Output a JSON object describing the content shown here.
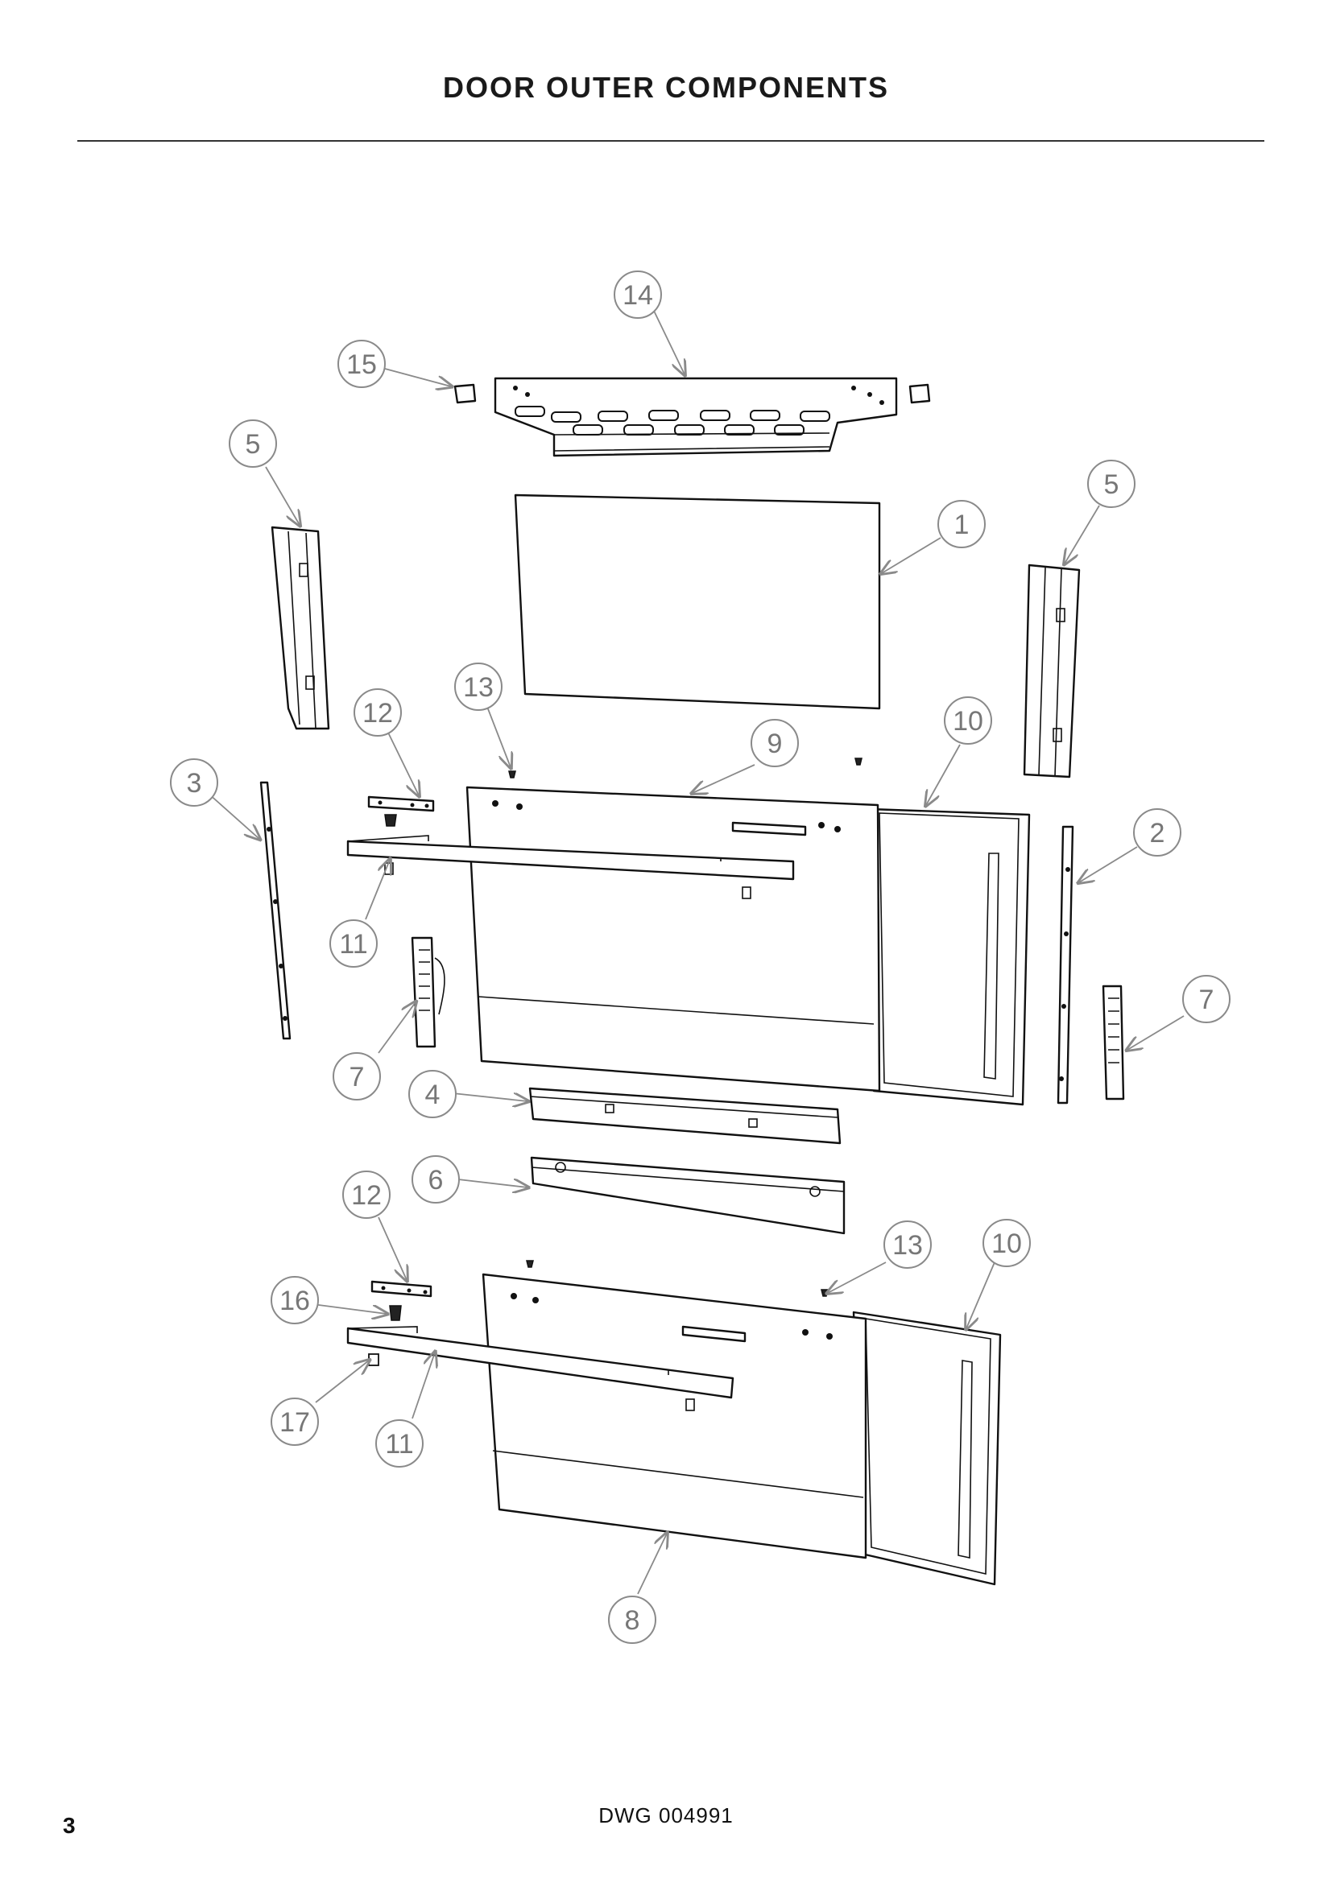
{
  "page": {
    "title": "DOOR OUTER COMPONENTS",
    "drawing_number": "DWG 004991",
    "page_number": "3"
  },
  "callouts": [
    {
      "id": "c1",
      "label": "1"
    },
    {
      "id": "c2",
      "label": "2"
    },
    {
      "id": "c3",
      "label": "3"
    },
    {
      "id": "c4",
      "label": "4"
    },
    {
      "id": "c5a",
      "label": "5"
    },
    {
      "id": "c5b",
      "label": "5"
    },
    {
      "id": "c6",
      "label": "6"
    },
    {
      "id": "c7a",
      "label": "7"
    },
    {
      "id": "c7b",
      "label": "7"
    },
    {
      "id": "c8",
      "label": "8"
    },
    {
      "id": "c9",
      "label": "9"
    },
    {
      "id": "c10a",
      "label": "10"
    },
    {
      "id": "c10b",
      "label": "10"
    },
    {
      "id": "c11a",
      "label": "11"
    },
    {
      "id": "c11b",
      "label": "11"
    },
    {
      "id": "c12a",
      "label": "12"
    },
    {
      "id": "c12b",
      "label": "12"
    },
    {
      "id": "c13a",
      "label": "13"
    },
    {
      "id": "c13b",
      "label": "13"
    },
    {
      "id": "c14",
      "label": "14"
    },
    {
      "id": "c15",
      "label": "15"
    },
    {
      "id": "c16",
      "label": "16"
    },
    {
      "id": "c17",
      "label": "17"
    }
  ],
  "colors": {
    "callout": "#8a8a8a",
    "line": "#111111"
  }
}
